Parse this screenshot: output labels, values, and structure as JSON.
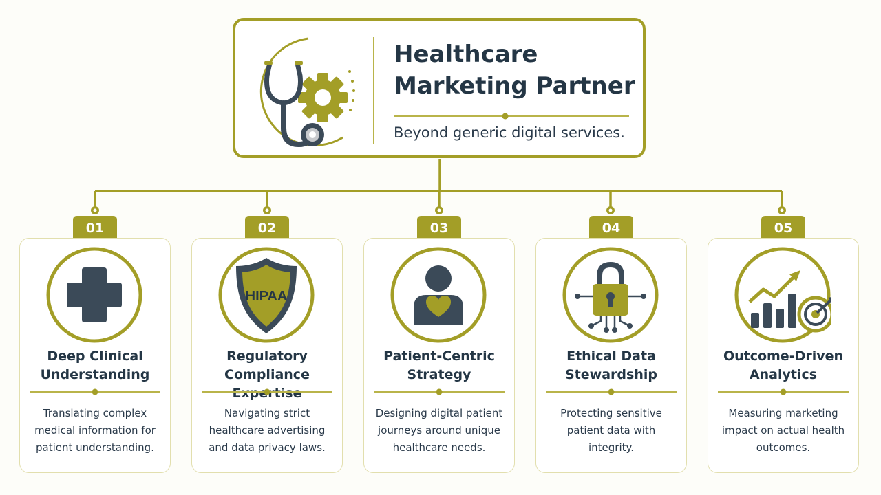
{
  "header": {
    "title": "Healthcare Marketing Partner",
    "subtitle": "Beyond generic digital services.",
    "icons": [
      "stethoscope-icon",
      "gear-icon"
    ]
  },
  "colors": {
    "accent": "#a39e27",
    "dark": "#3b4a58",
    "text": "#243645"
  },
  "pillars": [
    {
      "number": "01",
      "title": "Deep Clinical Understanding",
      "description": "Translating complex medical information for patient understanding.",
      "icon": "medical-cross-icon"
    },
    {
      "number": "02",
      "title": "Regulatory Compliance Expertise",
      "description": "Navigating strict healthcare advertising and data privacy laws.",
      "icon": "hipaa-shield-icon",
      "icon_label": "HIPAA"
    },
    {
      "number": "03",
      "title": "Patient-Centric Strategy",
      "description": "Designing digital patient journeys around unique healthcare needs.",
      "icon": "patient-heart-icon"
    },
    {
      "number": "04",
      "title": "Ethical Data Stewardship",
      "description": "Protecting sensitive patient data with integrity.",
      "icon": "padlock-circuit-icon"
    },
    {
      "number": "05",
      "title": "Outcome-Driven Analytics",
      "description": "Measuring marketing impact on actual health outcomes.",
      "icon": "growth-target-icon"
    }
  ]
}
